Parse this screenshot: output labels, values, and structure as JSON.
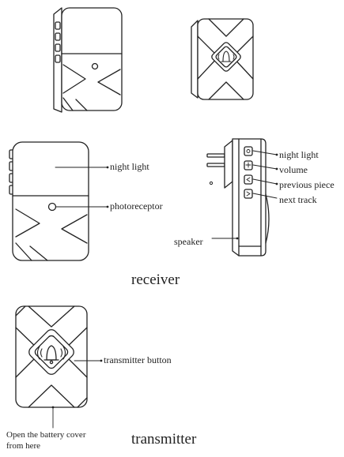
{
  "labels": {
    "night_light": "night light",
    "photoreceptor": "photoreceptor",
    "side_night_light": "night light",
    "volume": "volume",
    "previous_piece": "previous piece",
    "next_track": "next track",
    "speaker": "speaker",
    "transmitter_button": "transmitter button",
    "battery_cover_line1": "Open the battery cover",
    "battery_cover_line2": "from here"
  },
  "captions": {
    "receiver": "receiver",
    "transmitter": "transmitter"
  },
  "icons": {
    "bell": "bell-icon",
    "sound_waves": "sound-wave-icon"
  }
}
